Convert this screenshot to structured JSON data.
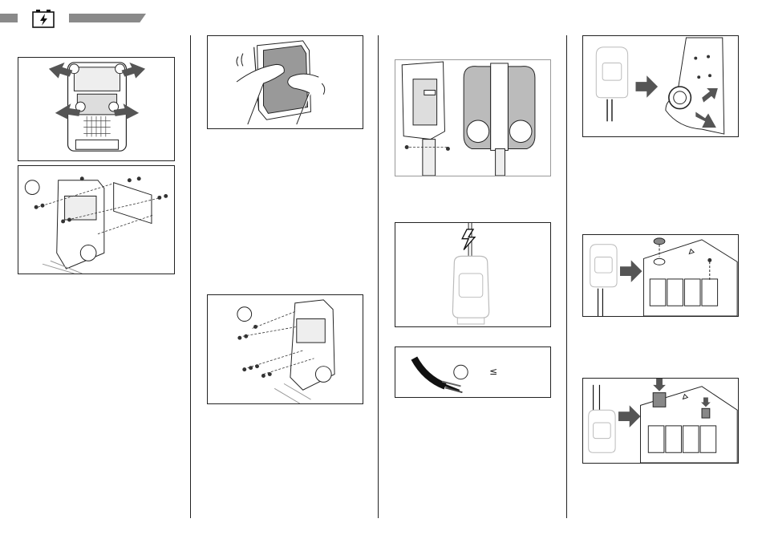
{
  "header": {
    "icon": "battery-charging-icon",
    "bar_color": "#8a8a8a"
  },
  "panels": [
    {
      "id": "p1",
      "column": 1,
      "figure": "cover-removal-arrows-icon",
      "callout": ""
    },
    {
      "id": "p2",
      "column": 1,
      "figure": "bracket-screw-assembly-icon",
      "callout": ""
    },
    {
      "id": "p3",
      "column": 2,
      "figure": "hands-fitting-cover-icon",
      "callout": ""
    },
    {
      "id": "p4",
      "column": 2,
      "figure": "screw-fastening-icon",
      "callout": ""
    },
    {
      "id": "p5",
      "column": 3,
      "figure": "pole-mount-icon",
      "callout": ""
    },
    {
      "id": "p6",
      "column": 3,
      "figure": "power-lightning-warning-icon",
      "callout": ""
    },
    {
      "id": "p7",
      "column": 3,
      "figure": "cable-strip-icon",
      "callout": ""
    },
    {
      "id": "p8",
      "column": 4,
      "figure": "cable-entry-icon",
      "callout": ""
    },
    {
      "id": "p9",
      "column": 4,
      "figure": "top-plug-removal-icon",
      "callout": ""
    },
    {
      "id": "p10",
      "column": 4,
      "figure": "gland-insertion-icon",
      "callout": ""
    }
  ],
  "p7_symbol": "≤"
}
